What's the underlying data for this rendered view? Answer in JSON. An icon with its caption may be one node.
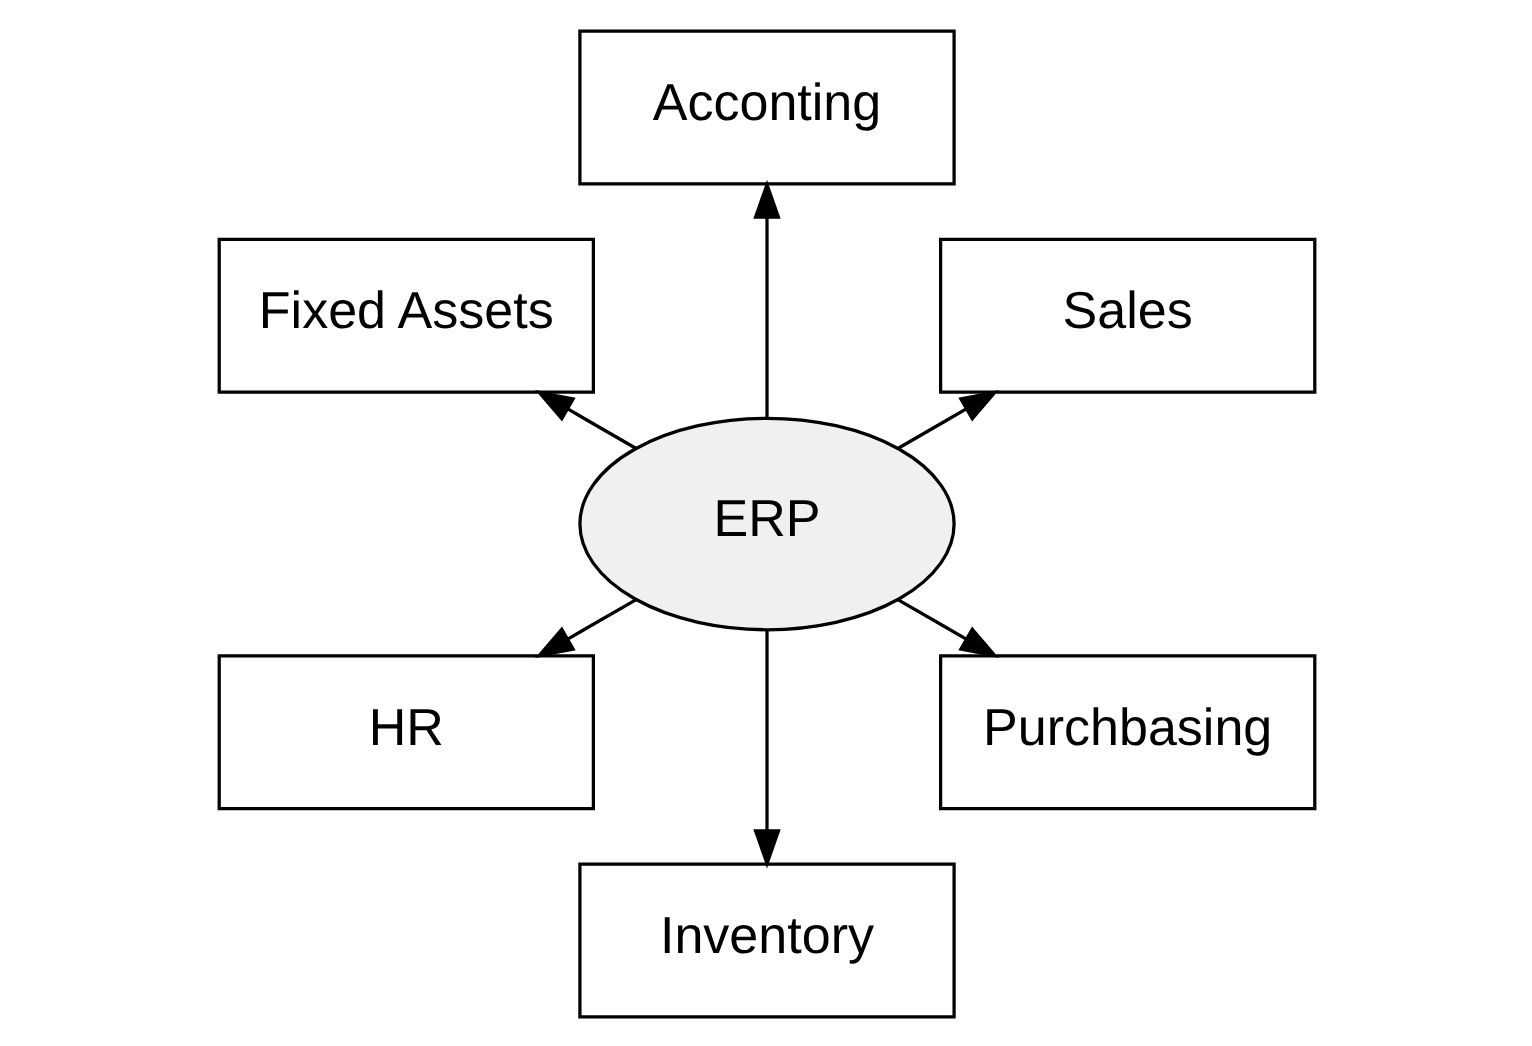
{
  "diagram": {
    "nodes": [
      {
        "text": [
          "Sales"
        ]
      },
      {
        "text": [
          "Acconting"
        ]
      },
      {
        "text": [
          "Fixed Assets"
        ]
      },
      {
        "text": [
          "ERP"
        ]
      },
      {
        "text": [
          "HR"
        ]
      },
      {
        "text": [
          "Inventory"
        ]
      },
      {
        "text": [
          "Purchbasing"
        ]
      }
    ],
    "edges": [
      {
        "from": 3,
        "to": 0,
        "arrow": "to"
      },
      {
        "from": 3,
        "to": 1,
        "arrow": "to"
      },
      {
        "from": 3,
        "to": 2,
        "arrow": "to"
      },
      {
        "from": 3,
        "to": 4,
        "arrow": "to"
      },
      {
        "from": 3,
        "to": 5,
        "arrow": "to"
      },
      {
        "from": 3,
        "to": 6,
        "arrow": "to"
      }
    ]
  }
}
